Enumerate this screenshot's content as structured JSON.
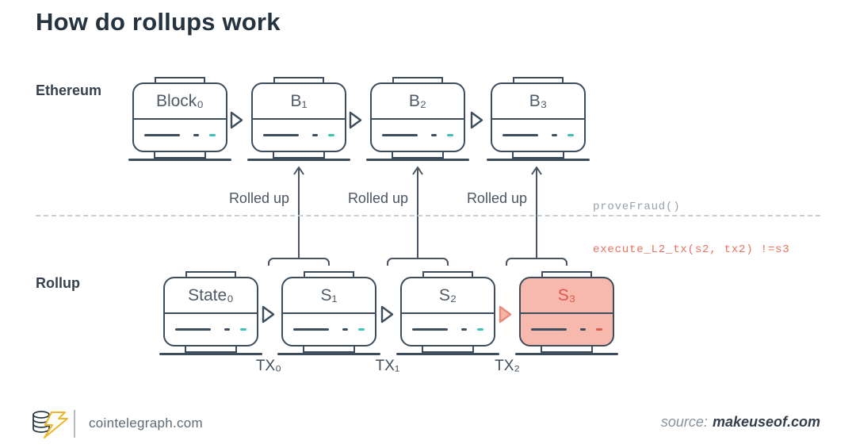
{
  "title": "How do rollups work",
  "layers": {
    "ethereum": {
      "label": "Ethereum",
      "blocks": [
        {
          "label": "Block₀"
        },
        {
          "label": "B₁"
        },
        {
          "label": "B₂"
        },
        {
          "label": "B₃"
        }
      ]
    },
    "rollup": {
      "label": "Rollup",
      "blocks": [
        {
          "label": "State₀",
          "highlighted": false
        },
        {
          "label": "S₁",
          "highlighted": false
        },
        {
          "label": "S₂",
          "highlighted": false
        },
        {
          "label": "S₃",
          "highlighted": true
        }
      ],
      "tx_labels": [
        "TX₀",
        "TX₁",
        "TX₂"
      ]
    }
  },
  "rolled_up_labels": [
    "Rolled up",
    "Rolled up",
    "Rolled up"
  ],
  "code": {
    "line1": "proveFraud()",
    "line2": "execute_L2_tx(s2, tx2) !=s3"
  },
  "footer": {
    "brand": "cointelegraph.com",
    "source_prefix": "source:",
    "source_name": "makeuseof.com"
  },
  "colors": {
    "outline": "#3d4d5c",
    "title_text": "#24333f",
    "teal_accent": "#3fc1b7",
    "highlight_fill": "#f7b9ad",
    "highlight_red": "#e0574a",
    "code_gray": "#98a0a7",
    "code_red": "#e8705e",
    "logo_gold": "#f0b429"
  }
}
